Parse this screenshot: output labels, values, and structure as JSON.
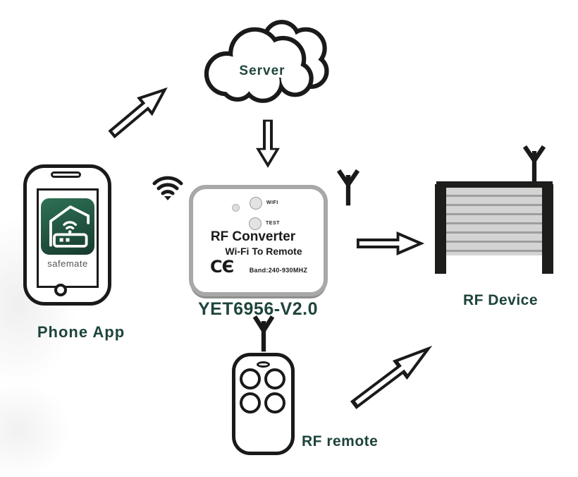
{
  "diagram": {
    "server": {
      "label": "Server"
    },
    "phone": {
      "label": "Phone App",
      "app_name": "safemate"
    },
    "converter": {
      "model": "YET6956-V2.0",
      "name": "RF Converter",
      "subtitle": "Wi-Fi To Remote",
      "wifi_button_label": "WIFI",
      "test_button_label": "TEST",
      "ce_mark": "CЄ",
      "band_label": "Band:240-930MHZ"
    },
    "rf_device": {
      "label": "RF Device"
    },
    "rf_remote": {
      "label": "RF remote"
    }
  },
  "icons": {
    "wifi_icon": "wifi signal arcs",
    "antenna_icon": "Y-shaped antenna",
    "cloud_icon": "server cloud",
    "arrow_icon": "hollow block arrow"
  },
  "colors": {
    "label_text": "#1E443C",
    "app_icon_green_top": "#2F7256",
    "app_icon_green_bottom": "#163A2D",
    "converter_border": "#A8A8A8",
    "shutter_slats": "#D3D3D3",
    "shutter_stripe": "#9E9E9E",
    "outline_black": "#1A1A1A"
  }
}
